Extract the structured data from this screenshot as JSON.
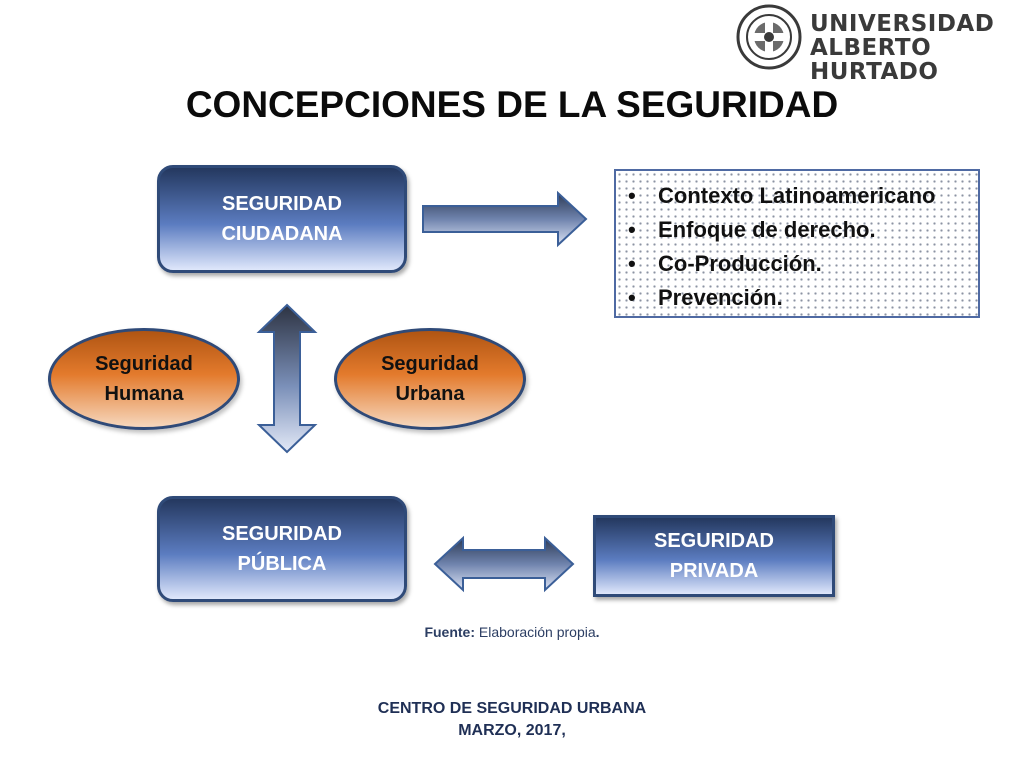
{
  "logo": {
    "line1": "UNIVERSIDAD",
    "line2": "ALBERTO HURTADO"
  },
  "title": "CONCEPCIONES DE LA SEGURIDAD",
  "nodes": {
    "ciudadana": {
      "line1": "SEGURIDAD",
      "line2": "CIUDADANA"
    },
    "publica": {
      "line1": "SEGURIDAD",
      "line2": "PÚBLICA"
    },
    "privada": {
      "line1": "SEGURIDAD",
      "line2": "PRIVADA"
    },
    "humana": {
      "line1": "Seguridad",
      "line2": "Humana"
    },
    "urbana": {
      "line1": "Seguridad",
      "line2": "Urbana"
    }
  },
  "bullets": [
    "Contexto Latinoamericano",
    "Enfoque de derecho.",
    "Co-Producción.",
    "Prevención."
  ],
  "source": {
    "label": "Fuente:",
    "text": "Elaboración propia",
    "end": "."
  },
  "footer": {
    "line1": "CENTRO DE SEGURIDAD URBANA",
    "line2": "MARZO, 2017,"
  },
  "colors": {
    "box_border": "#2f4a78",
    "box_dark": "#24385f",
    "box_light": "#dfe7fb",
    "ellipse_orange": "#e37a2c"
  }
}
